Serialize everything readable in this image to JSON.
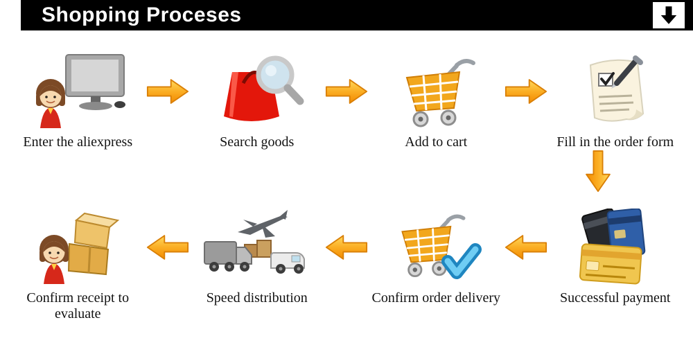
{
  "header": {
    "title": "Shopping Proceses",
    "corner_icon": "down-arrow"
  },
  "flow": {
    "row1": {
      "direction": "left-to-right",
      "steps": [
        {
          "label": "Enter the aliexpress",
          "icon": "person-at-computer"
        },
        {
          "label": "Search goods",
          "icon": "shopping-bag-with-magnifier"
        },
        {
          "label": "Add to cart",
          "icon": "shopping-cart"
        },
        {
          "label": "Fill in the order form",
          "icon": "order-form-with-pen"
        }
      ]
    },
    "row2": {
      "direction": "right-to-left",
      "steps": [
        {
          "label": "Confirm receipt to evaluate",
          "icon": "person-with-parcels"
        },
        {
          "label": "Speed distribution",
          "icon": "plane-and-trucks"
        },
        {
          "label": "Confirm order delivery",
          "icon": "cart-with-check"
        },
        {
          "label": "Successful payment",
          "icon": "credit-cards"
        }
      ]
    }
  },
  "colors": {
    "header_bg": "#000000",
    "title_color": "#ffffff",
    "arrow_gold": "#f9a823",
    "arrow_outline": "#d97f06",
    "label_color": "#111111",
    "bag_red": "#e3170b",
    "cart_orange": "#f2a71d",
    "check_blue": "#49b8ef",
    "card_gold": "#f0c64f"
  }
}
